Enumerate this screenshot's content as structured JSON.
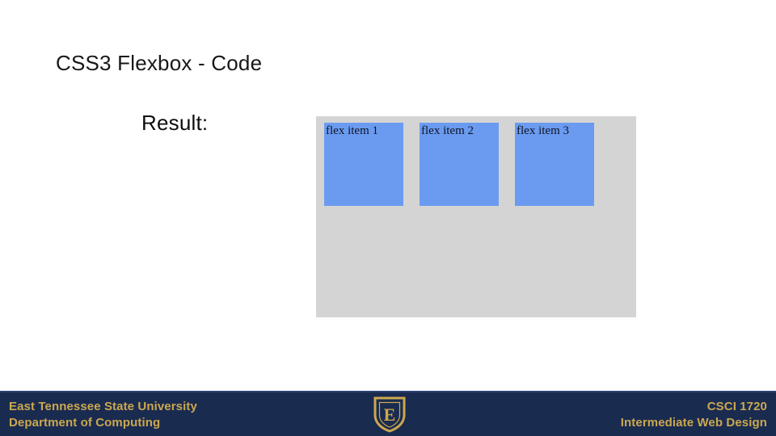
{
  "slide": {
    "title": "CSS3 Flexbox - Code",
    "result_label": "Result:",
    "background_color": "#ffffff"
  },
  "result_preview": {
    "container_color": "#d4d4d4",
    "item_color": "#6a9bf0",
    "items": [
      {
        "label": "flex item 1"
      },
      {
        "label": "flex item 2"
      },
      {
        "label": "flex item 3"
      }
    ]
  },
  "footer": {
    "background_color": "#1a2b50",
    "text_color": "#cba84f",
    "left_line1": "East Tennessee State University",
    "left_line2": "Department of Computing",
    "right_line1": "CSCI 1720",
    "right_line2": "Intermediate Web Design",
    "logo_letter": "E",
    "logo_name": "etsu-shield-logo"
  }
}
